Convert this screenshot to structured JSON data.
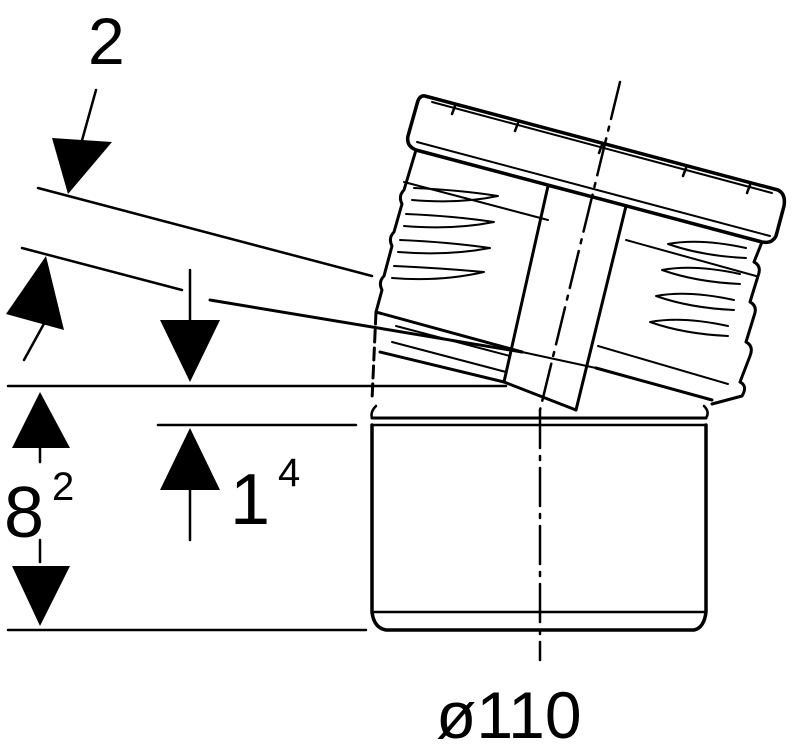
{
  "drawing": {
    "stroke_color": "#000000",
    "background_color": "#ffffff",
    "dimensions": {
      "top_angle": {
        "base": "2"
      },
      "total_height": {
        "base": "8",
        "exponent": "2"
      },
      "offset_height": {
        "base": "1",
        "exponent": "4"
      },
      "diameter": {
        "label": "ø110"
      }
    }
  }
}
